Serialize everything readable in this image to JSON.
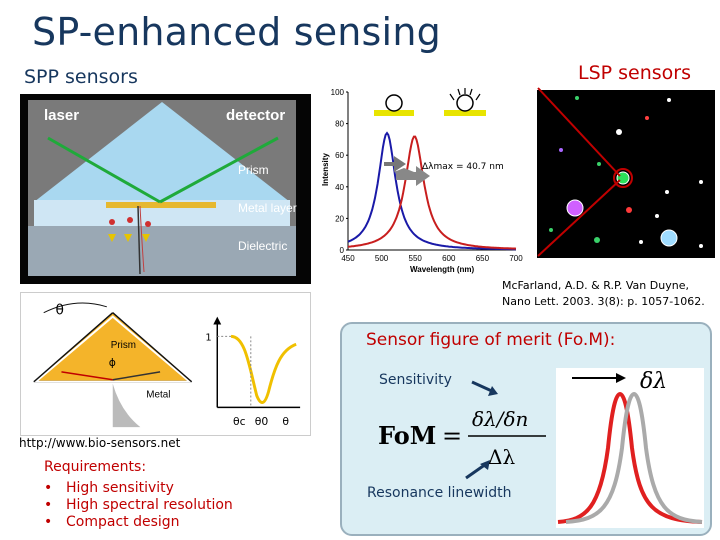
{
  "slide": {
    "title": "SP-enhanced sensing",
    "spp_label": "SPP sensors",
    "lsp_label": "LSP sensors"
  },
  "spp_diagram": {
    "laser": "laser",
    "detector": "detector",
    "prism": "Prism",
    "metal_layer": "Metal layer",
    "dielectric": "Dielectric"
  },
  "angle_diagram": {
    "theta": "θ",
    "prism": "Prism",
    "phi": "ϕ",
    "metal": "Metal",
    "y1": "1",
    "theta_c": "θc",
    "theta_0": "θ0",
    "theta_axis": "θ"
  },
  "chart_data": {
    "type": "line",
    "xlabel": "Wavelength (nm)",
    "ylabel": "Intensity",
    "xlim": [
      450,
      700
    ],
    "ylim": [
      0,
      100
    ],
    "x_ticks": [
      "450",
      "500",
      "550",
      "600",
      "650",
      "700"
    ],
    "y_ticks": [
      "0",
      "20",
      "40",
      "60",
      "80",
      "100"
    ],
    "annotation": "Δλmax = 40.7 nm",
    "series": [
      {
        "color": "#1a1aa8",
        "peak_x": 508,
        "peak_y": 74,
        "width": 32
      },
      {
        "color": "#c81e1e",
        "peak_x": 549,
        "peak_y": 72,
        "width": 34
      }
    ]
  },
  "credit": "http://www.bio-sensors.net",
  "requirements": {
    "title": "Requirements:",
    "items": [
      "High sensitivity",
      "High spectral resolution",
      "Compact design"
    ],
    "bullet": "•"
  },
  "citation": {
    "line1": "McFarland, A.D. & R.P. Van Duyne,",
    "line2": "Nano Lett. 2003. 3(8): p. 1057-1062."
  },
  "fom": {
    "title": "Sensor figure of merit (Fo.M):",
    "sensitivity": "Sensitivity",
    "linewidth": "Resonance linewidth",
    "lhs": "FoM",
    "eq": "=",
    "numerator": "δλ/δn",
    "denominator": "Δλ",
    "shift_symbol": "δλ"
  },
  "colors": {
    "navy": "#17375e",
    "red": "#c00000",
    "box_bg": "#dbeef4"
  }
}
